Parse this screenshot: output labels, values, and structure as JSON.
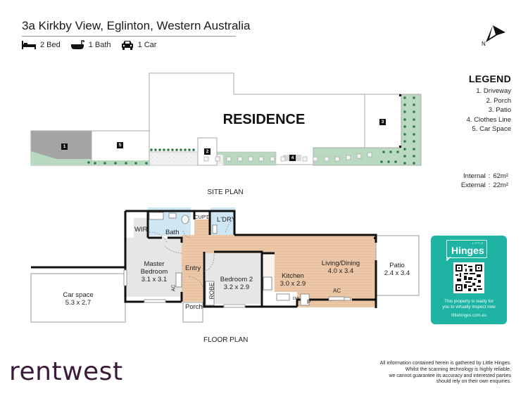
{
  "header": {
    "address": "3a Kirkby View, Eglinton, Western Australia",
    "features": [
      {
        "icon": "bed-icon",
        "label": "2 Bed"
      },
      {
        "icon": "bath-icon",
        "label": "1 Bath"
      },
      {
        "icon": "car-icon",
        "label": "1 Car"
      }
    ]
  },
  "compass": {
    "label": "N"
  },
  "legend": {
    "title": "LEGEND",
    "items": [
      "1. Driveway",
      "2. Porch",
      "3. Patio",
      "4. Clothes Line",
      "5. Car Space"
    ]
  },
  "areas": {
    "internal_label": "Internal",
    "internal_value": "62m²",
    "external_label": "External",
    "external_value": "22m²",
    "separator": ":"
  },
  "site_plan": {
    "title": "RESIDENCE",
    "caption": "SITE PLAN",
    "markers": [
      "1",
      "2",
      "3",
      "4",
      "5"
    ]
  },
  "floor_plan": {
    "caption": "FLOOR PLAN",
    "rooms": {
      "wir": "WIR",
      "bath": "Bath",
      "cupd": "CUP'D",
      "ldry": "L'DRY",
      "master_name": "Master",
      "master_name2": "Bedroom",
      "master_dim": "3.1 x 3.1",
      "entry": "Entry",
      "bed2_name": "Bedroom 2",
      "bed2_dim": "3.2 x 2.9",
      "robe": "ROBE",
      "porch": "Porch",
      "kitchen_name": "Kitchen",
      "kitchen_dim": "3.0 x 2.9",
      "living_name": "Living/Dining",
      "living_dim": "4.0 x 3.4",
      "patio_name": "Patio",
      "patio_dim": "2.4 x 3.4",
      "car_name": "Car space",
      "car_dim": "5.3 x 2.7",
      "ac1": "AC",
      "ac2": "AC",
      "dw": "DW",
      "pantry": "P"
    }
  },
  "hinges_card": {
    "small": "LITTLE",
    "brand": "Hinges",
    "line1": "This property is ready for",
    "line2": "you to virtually inspect now",
    "url": "littlehinges.com.au",
    "color": "#1fb3a4"
  },
  "disclaimer": [
    "All information contained herein is gathered by Little Hinges.",
    "Whilst the scanning technology is highly reliable,",
    "we cannot guarantee its accuracy and interested parties",
    "should rely on their own enquiries."
  ],
  "brand": {
    "name": "rentwest",
    "color": "#3b1a3a"
  }
}
